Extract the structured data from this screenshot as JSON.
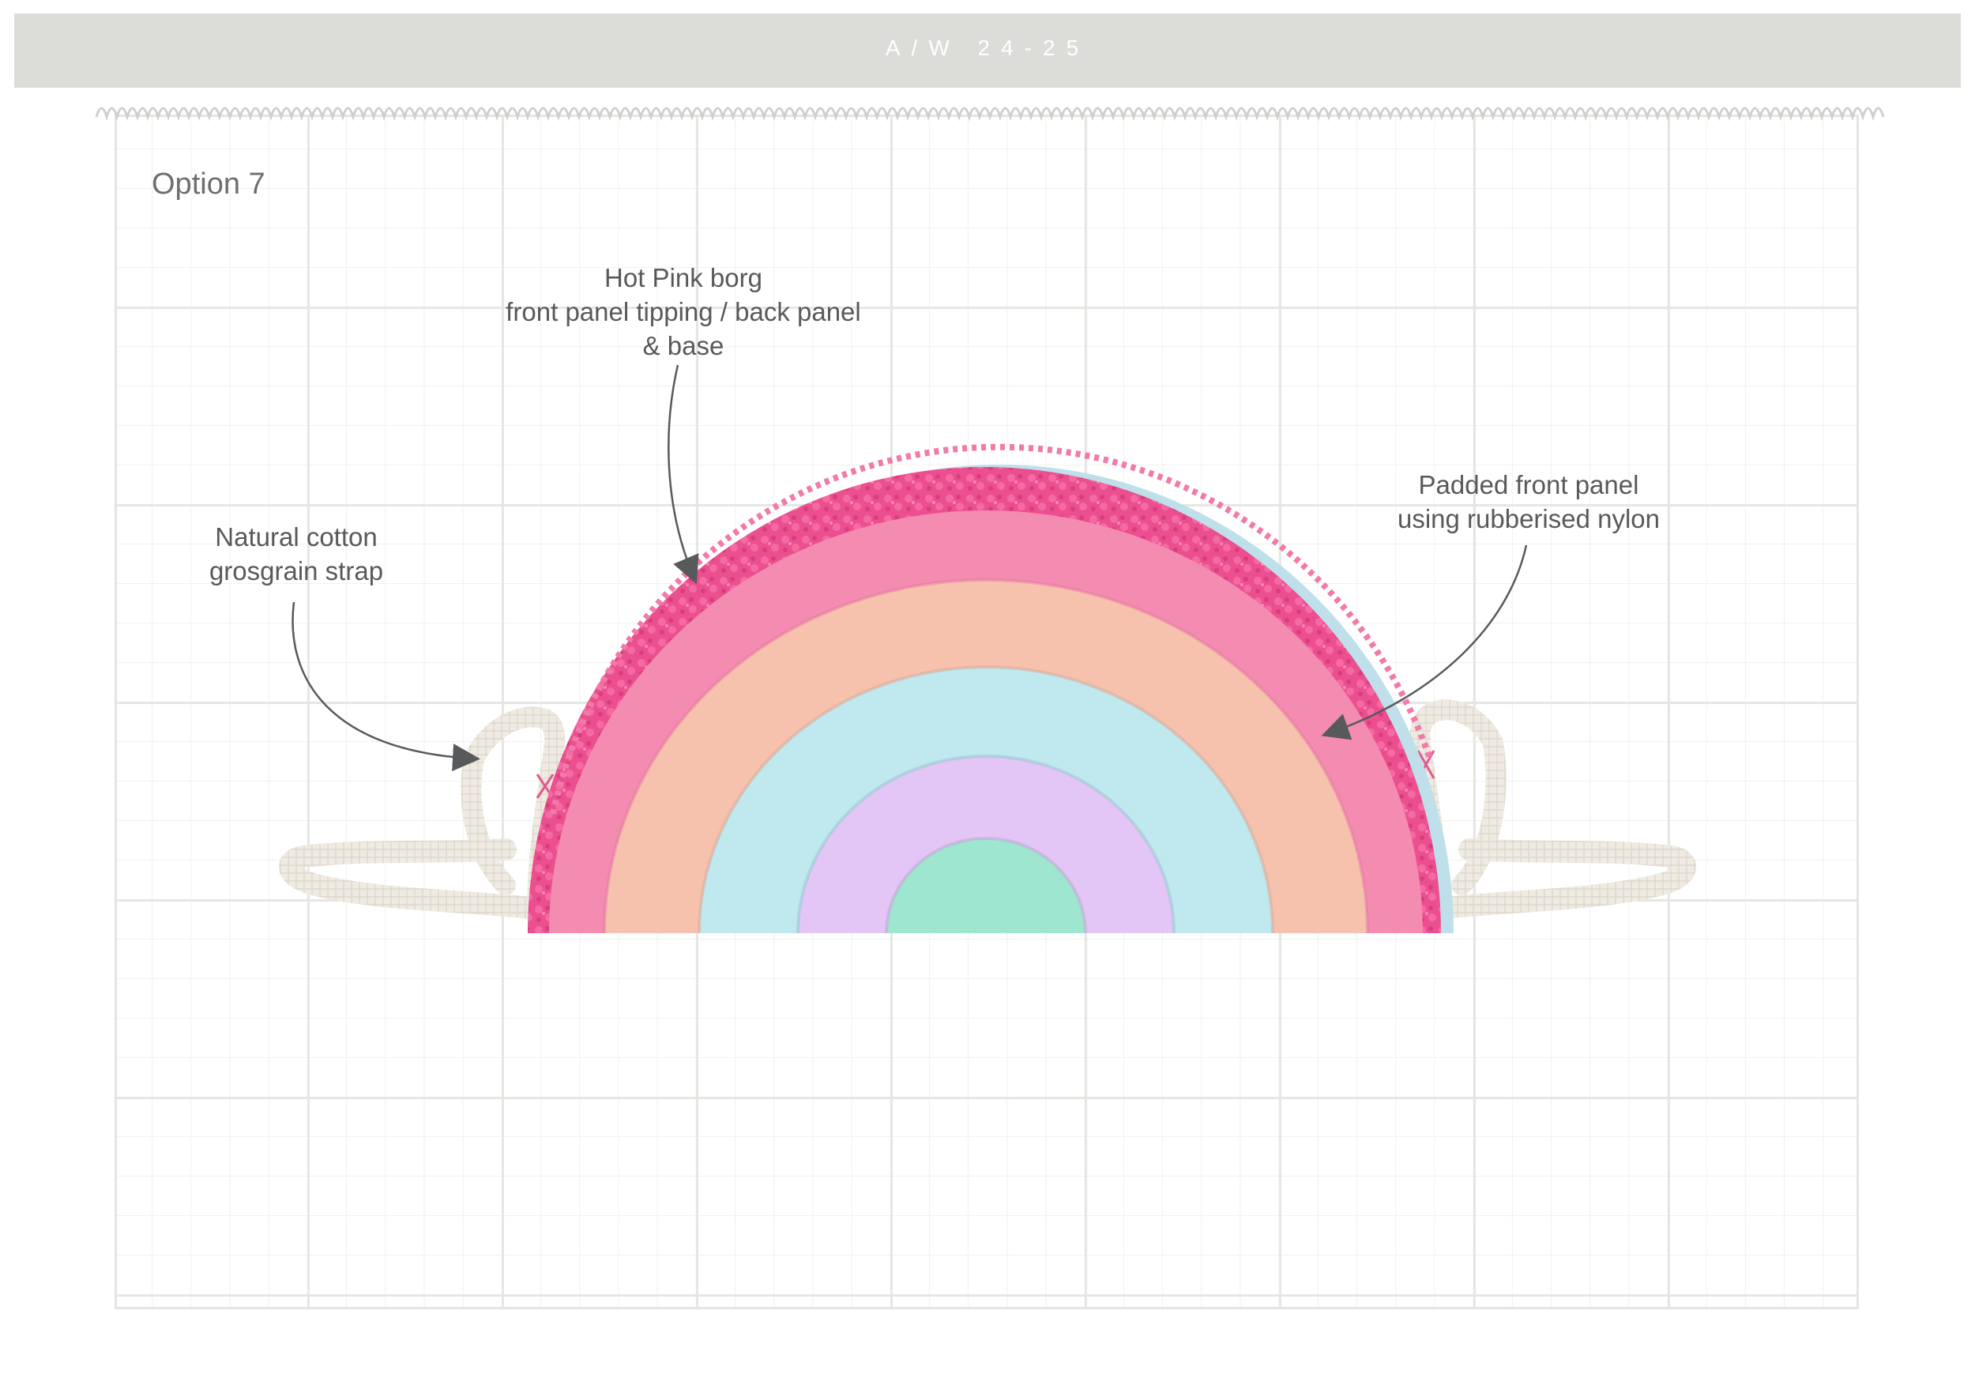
{
  "header": {
    "season": "A/W 24-25"
  },
  "sheet": {
    "option_title": "Option 7"
  },
  "callouts": {
    "borg": {
      "lines": [
        "Hot Pink borg",
        "front panel tipping / back panel",
        "& base"
      ]
    },
    "strap": {
      "lines": [
        "Natural cotton",
        "grosgrain strap"
      ]
    },
    "padded": {
      "lines": [
        "Padded front panel",
        "using rubberised nylon"
      ]
    }
  },
  "colors": {
    "header_bar": "#dcdcd9",
    "borg_pink": "#ec4f8f",
    "band_pink": "#f48bb1",
    "band_peach": "#f7c2ad",
    "band_blue": "#bfe8ef",
    "band_lilac": "#e3c6f5",
    "band_mint": "#9ee6cf",
    "strap": "#efebe2",
    "grid_line": "#e6e6e3"
  },
  "icons": [
    "scalloped-zip-edge",
    "leader-arrow"
  ]
}
